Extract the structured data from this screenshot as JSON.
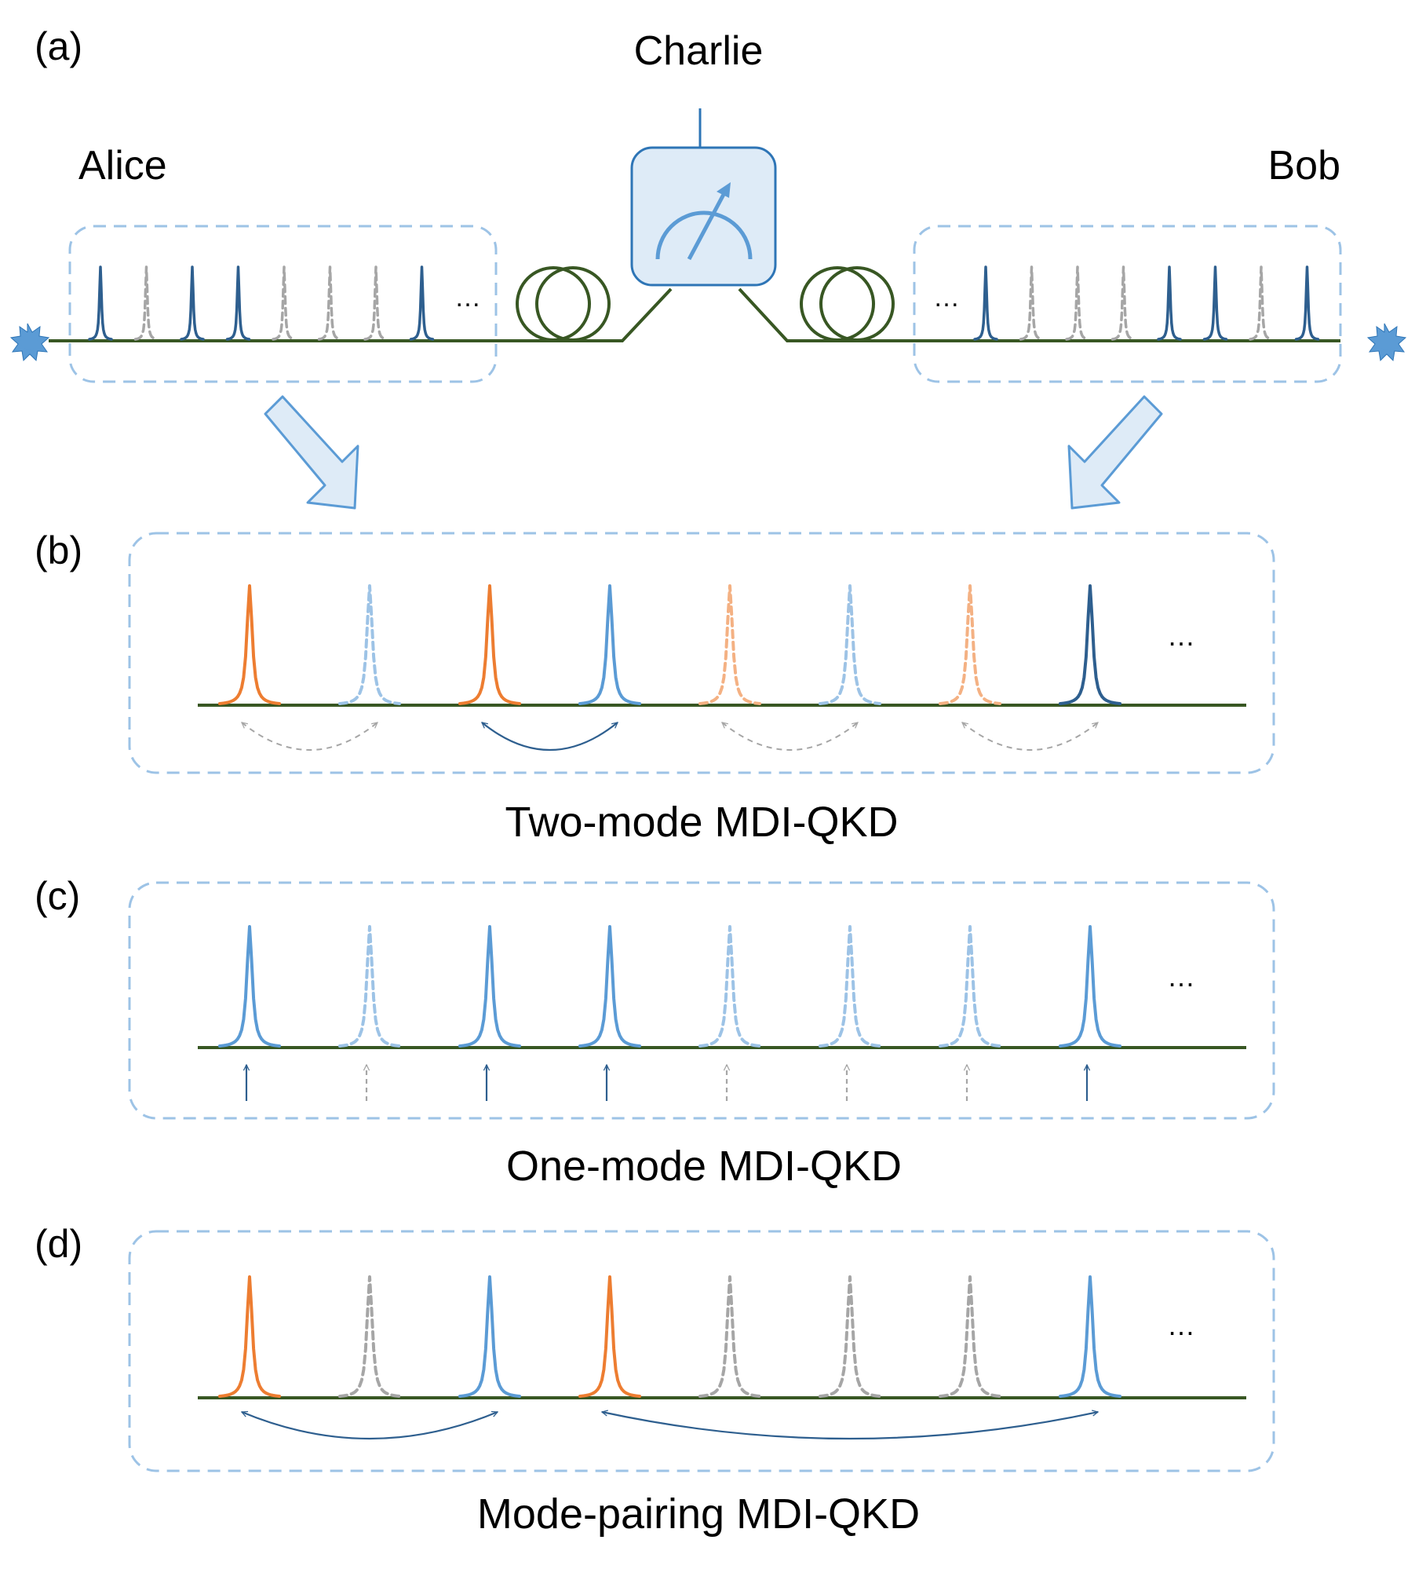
{
  "panels": {
    "a": {
      "label": "(a)"
    },
    "b": {
      "label": "(b)",
      "caption": "Two-mode MDI-QKD"
    },
    "c": {
      "label": "(c)",
      "caption": "One-mode MDI-QKD"
    },
    "d": {
      "label": "(d)",
      "caption": "Mode-pairing MDI-QKD"
    }
  },
  "parties": {
    "alice": "Alice",
    "bob": "Bob",
    "charlie": "Charlie"
  },
  "ellipsis": "…",
  "colors": {
    "fiber": "#385723",
    "dark_blue": "#2e5f8f",
    "blue": "#5b9bd5",
    "light_blue": "#9dc3e6",
    "orange": "#ed7d31",
    "light_orange": "#f4b183",
    "gray": "#a6a6a6",
    "dashed_box": "#9dc3e6",
    "arrow_fill": "#deebf7",
    "detector_fill": "#deebf7",
    "detector_stroke": "#2e75b6",
    "source": "#5b9bd5"
  },
  "pulse_trains": {
    "alice": [
      {
        "color": "dark_blue",
        "dashed": false
      },
      {
        "color": "gray",
        "dashed": true
      },
      {
        "color": "dark_blue",
        "dashed": false
      },
      {
        "color": "dark_blue",
        "dashed": false
      },
      {
        "color": "gray",
        "dashed": true
      },
      {
        "color": "gray",
        "dashed": true
      },
      {
        "color": "gray",
        "dashed": true
      },
      {
        "color": "dark_blue",
        "dashed": false
      }
    ],
    "bob": [
      {
        "color": "dark_blue",
        "dashed": false
      },
      {
        "color": "gray",
        "dashed": true
      },
      {
        "color": "gray",
        "dashed": true
      },
      {
        "color": "gray",
        "dashed": true
      },
      {
        "color": "dark_blue",
        "dashed": false
      },
      {
        "color": "dark_blue",
        "dashed": false
      },
      {
        "color": "gray",
        "dashed": true
      },
      {
        "color": "dark_blue",
        "dashed": false
      }
    ],
    "b": [
      {
        "color": "orange",
        "dashed": false
      },
      {
        "color": "light_blue",
        "dashed": true
      },
      {
        "color": "orange",
        "dashed": false
      },
      {
        "color": "blue",
        "dashed": false
      },
      {
        "color": "light_orange",
        "dashed": true
      },
      {
        "color": "light_blue",
        "dashed": true
      },
      {
        "color": "light_orange",
        "dashed": true
      },
      {
        "color": "dark_blue",
        "dashed": false
      }
    ],
    "c": [
      {
        "color": "blue",
        "dashed": false
      },
      {
        "color": "light_blue",
        "dashed": true
      },
      {
        "color": "blue",
        "dashed": false
      },
      {
        "color": "blue",
        "dashed": false
      },
      {
        "color": "light_blue",
        "dashed": true
      },
      {
        "color": "light_blue",
        "dashed": true
      },
      {
        "color": "light_blue",
        "dashed": true
      },
      {
        "color": "blue",
        "dashed": false
      }
    ],
    "d": [
      {
        "color": "orange",
        "dashed": false
      },
      {
        "color": "gray",
        "dashed": true
      },
      {
        "color": "blue",
        "dashed": false
      },
      {
        "color": "orange",
        "dashed": false
      },
      {
        "color": "gray",
        "dashed": true
      },
      {
        "color": "gray",
        "dashed": true
      },
      {
        "color": "gray",
        "dashed": true
      },
      {
        "color": "blue",
        "dashed": false
      }
    ]
  },
  "pairings": {
    "b": [
      {
        "from": 1,
        "to": 2,
        "dashed": true
      },
      {
        "from": 3,
        "to": 4,
        "dashed": false
      },
      {
        "from": 5,
        "to": 6,
        "dashed": true
      },
      {
        "from": 7,
        "to": 8,
        "dashed": true
      }
    ],
    "d": [
      {
        "from": 1,
        "to": 3,
        "dashed": false
      },
      {
        "from": 4,
        "to": 8,
        "dashed": false
      }
    ]
  },
  "single_markers": {
    "c": [
      {
        "dashed": false
      },
      {
        "dashed": true
      },
      {
        "dashed": false
      },
      {
        "dashed": false
      },
      {
        "dashed": true
      },
      {
        "dashed": true
      },
      {
        "dashed": true
      },
      {
        "dashed": false
      }
    ]
  }
}
